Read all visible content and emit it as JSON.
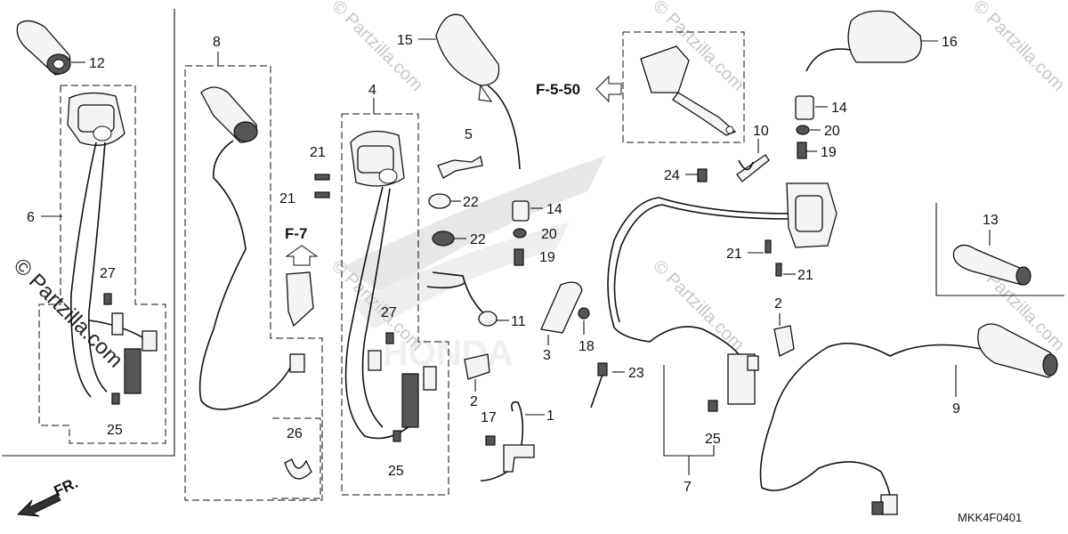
{
  "diagram": {
    "code": "MKK4F0401",
    "watermark": "© Partzilla.com",
    "references": [
      {
        "id": "ref-f-5-50",
        "text": "F-5-50"
      },
      {
        "id": "ref-f-7",
        "text": "F-7"
      },
      {
        "id": "front-arrow",
        "text": "FR."
      }
    ],
    "callouts": [
      "1",
      "2",
      "3",
      "4",
      "5",
      "6",
      "7",
      "8",
      "9",
      "10",
      "11",
      "12",
      "13",
      "14",
      "15",
      "16",
      "17",
      "18",
      "19",
      "20",
      "21",
      "22",
      "23",
      "24",
      "25",
      "26",
      "27"
    ]
  }
}
